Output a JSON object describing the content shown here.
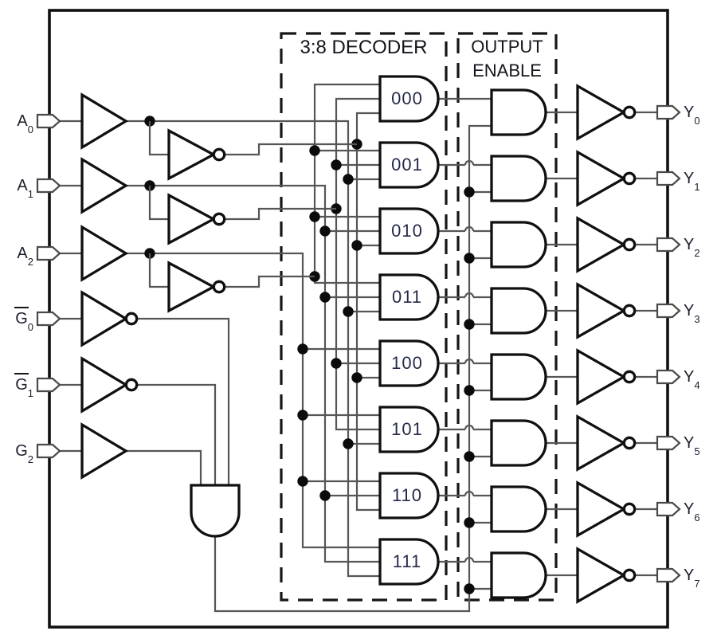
{
  "chip": {
    "inputs": [
      {
        "base": "A",
        "sub": "0",
        "overbar": false
      },
      {
        "base": "A",
        "sub": "1",
        "overbar": false
      },
      {
        "base": "A",
        "sub": "2",
        "overbar": false
      },
      {
        "base": "G",
        "sub": "0",
        "overbar": true
      },
      {
        "base": "G",
        "sub": "1",
        "overbar": true
      },
      {
        "base": "G",
        "sub": "2",
        "overbar": false
      }
    ],
    "outputs": [
      {
        "base": "Y",
        "sub": "0"
      },
      {
        "base": "Y",
        "sub": "1"
      },
      {
        "base": "Y",
        "sub": "2"
      },
      {
        "base": "Y",
        "sub": "3"
      },
      {
        "base": "Y",
        "sub": "4"
      },
      {
        "base": "Y",
        "sub": "5"
      },
      {
        "base": "Y",
        "sub": "6"
      },
      {
        "base": "Y",
        "sub": "7"
      }
    ],
    "decoder": {
      "title": "3:8 DECODER",
      "gates": [
        "000",
        "001",
        "010",
        "011",
        "100",
        "101",
        "110",
        "111"
      ]
    },
    "output_enable": {
      "title": [
        "OUTPUT",
        "ENABLE"
      ]
    }
  },
  "colors": {
    "background": "#ffffff",
    "wire": "#565656",
    "outline": "#101010",
    "text": "#1c1f2e",
    "gate_label_text": "#252a4a"
  }
}
